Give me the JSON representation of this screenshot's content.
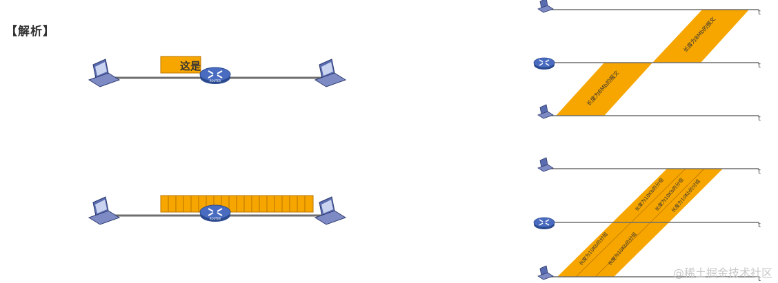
{
  "header": {
    "title": "【解析】"
  },
  "left_top": {
    "packet_label": "这是"
  },
  "right_top": {
    "packet_label_1": "长度为8Mb的报文",
    "packet_label_2": "长度为8Mb的报文",
    "axis_labels": [
      "t",
      "t",
      "t"
    ]
  },
  "right_bottom": {
    "packet_labels": [
      "长度为10Kb的分组",
      "长度为10Kb的分组",
      "长度为10Kb的分组",
      "长度为10Kb的分组",
      "长度为10Kb的分组"
    ],
    "axis_labels": [
      "t",
      "t",
      "t"
    ]
  },
  "router_label": "ROUTER",
  "watermark": "@稀土掘金技术社区",
  "colors": {
    "packet": "#f7a600",
    "packet_border": "#b87400",
    "line": "#6e6e6e",
    "laptop": "#4a5a9a",
    "router": "#3c5ca8"
  }
}
